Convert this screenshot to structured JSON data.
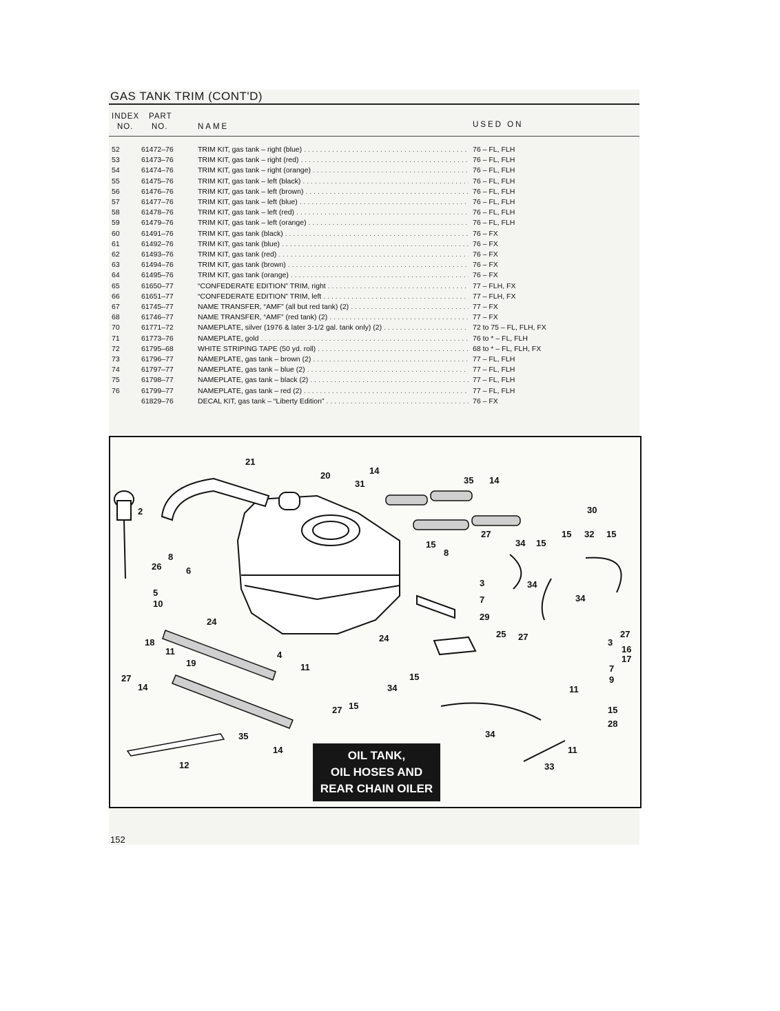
{
  "page": {
    "title": "GAS TANK TRIM (CONT'D)",
    "page_number": "152"
  },
  "table": {
    "headers": {
      "index_top": "INDEX",
      "index_bottom": "NO.",
      "part_top": "PART",
      "part_bottom": "NO.",
      "name": "NAME",
      "used_on": "USED ON"
    },
    "rows": [
      {
        "index": "52",
        "part": "61472–76",
        "name": "TRIM KIT, gas tank – right (blue)",
        "used": "76 – FL, FLH"
      },
      {
        "index": "53",
        "part": "61473–76",
        "name": "TRIM KIT, gas tank – right (red)",
        "used": "76 – FL, FLH"
      },
      {
        "index": "54",
        "part": "61474–76",
        "name": "TRIM KIT, gas tank – right (orange)",
        "used": "76 – FL, FLH"
      },
      {
        "index": "55",
        "part": "61475–76",
        "name": "TRIM KIT, gas tank – left (black)",
        "used": "76 – FL, FLH"
      },
      {
        "index": "56",
        "part": "61476–76",
        "name": "TRIM KIT, gas tank – left (brown)",
        "used": "76 – FL, FLH"
      },
      {
        "index": "57",
        "part": "61477–76",
        "name": "TRIM KIT, gas tank – left (blue)",
        "used": "76 – FL, FLH"
      },
      {
        "index": "58",
        "part": "61478–76",
        "name": "TRIM KIT, gas tank – left (red)",
        "used": "76 – FL, FLH"
      },
      {
        "index": "59",
        "part": "61479–76",
        "name": "TRIM KIT, gas tank – left (orange)",
        "used": "76 – FL, FLH"
      },
      {
        "index": "60",
        "part": "61491–76",
        "name": "TRIM KIT, gas tank (black)",
        "used": "76 – FX"
      },
      {
        "index": "61",
        "part": "61492–76",
        "name": "TRIM KIT, gas tank (blue)",
        "used": "76 – FX"
      },
      {
        "index": "62",
        "part": "61493–76",
        "name": "TRIM KIT, gas tank (red)",
        "used": "76 – FX"
      },
      {
        "index": "63",
        "part": "61494–76",
        "name": "TRIM KIT, gas tank (brown)",
        "used": "76 – FX"
      },
      {
        "index": "64",
        "part": "61495–76",
        "name": "TRIM KIT, gas tank (orange)",
        "used": "76 – FX"
      },
      {
        "index": "65",
        "part": "61650–77",
        "name": "“CONFEDERATE EDITION” TRIM, right",
        "used": "77 – FLH, FX"
      },
      {
        "index": "66",
        "part": "61651–77",
        "name": "“CONFEDERATE EDITION” TRIM, left",
        "used": "77 – FLH, FX"
      },
      {
        "index": "67",
        "part": "61745–77",
        "name": "NAME TRANSFER, “AMF” (all but red tank) (2)",
        "used": "77 – FX"
      },
      {
        "index": "68",
        "part": "61746–77",
        "name": "NAME TRANSFER, “AMF” (red tank) (2)",
        "used": "77 – FX"
      },
      {
        "index": "70",
        "part": "61771–72",
        "name": "NAMEPLATE, silver (1976 & later 3-1/2 gal. tank only) (2)",
        "used": "72 to 75 – FL, FLH, FX"
      },
      {
        "index": "71",
        "part": "61773–76",
        "name": "NAMEPLATE, gold",
        "used": "76 to * – FL, FLH"
      },
      {
        "index": "72",
        "part": "61795–68",
        "name": "WHITE STRIPING TAPE (50 yd. roll)",
        "used": "68 to * – FL, FLH, FX"
      },
      {
        "index": "73",
        "part": "61796–77",
        "name": "NAMEPLATE, gas tank – brown (2)",
        "used": "77 – FL, FLH"
      },
      {
        "index": "74",
        "part": "61797–77",
        "name": "NAMEPLATE, gas tank – blue (2)",
        "used": "77 – FL, FLH"
      },
      {
        "index": "75",
        "part": "61798–77",
        "name": "NAMEPLATE, gas tank – black (2)",
        "used": "77 – FL, FLH"
      },
      {
        "index": "76",
        "part": "61799–77",
        "name": "NAMEPLATE, gas tank – red (2)",
        "used": "77 – FL, FLH"
      },
      {
        "index": "",
        "part": "61829–76",
        "name": "DECAL KIT, gas tank – “Liberty Edition”",
        "used": "76 – FX"
      }
    ]
  },
  "diagram": {
    "caption_line1": "OIL TANK,",
    "caption_line2": "OIL HOSES AND",
    "caption_line3": "REAR CHAIN OILER",
    "callouts": [
      "21",
      "20",
      "14",
      "31",
      "35",
      "14",
      "2",
      "30",
      "15",
      "32",
      "15",
      "27",
      "34",
      "15",
      "8",
      "15",
      "8",
      "6",
      "26",
      "3",
      "7",
      "5",
      "10",
      "34",
      "34",
      "24",
      "29",
      "18",
      "24",
      "25",
      "27",
      "27",
      "11",
      "4",
      "3",
      "16",
      "17",
      "19",
      "11",
      "7",
      "9",
      "27",
      "14",
      "34",
      "15",
      "11",
      "27",
      "15",
      "15",
      "28",
      "35",
      "34",
      "14",
      "12",
      "11",
      "33"
    ]
  }
}
